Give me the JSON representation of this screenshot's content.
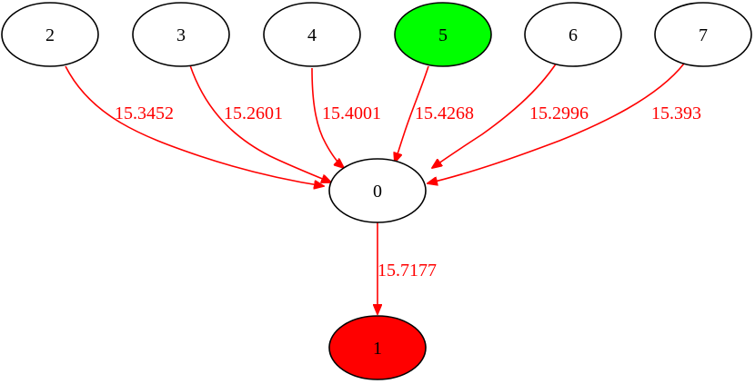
{
  "graph": {
    "colors": {
      "node_default_fill": "#ffffff",
      "source_node_fill": "#00ff00",
      "sink_node_fill": "#ff0000",
      "node_stroke": "#000000",
      "edge": "#ff0000",
      "edge_label": "#ff0000"
    },
    "nodes": [
      {
        "id": "2",
        "label": "2",
        "role": "default"
      },
      {
        "id": "3",
        "label": "3",
        "role": "default"
      },
      {
        "id": "4",
        "label": "4",
        "role": "default"
      },
      {
        "id": "5",
        "label": "5",
        "role": "source"
      },
      {
        "id": "6",
        "label": "6",
        "role": "default"
      },
      {
        "id": "7",
        "label": "7",
        "role": "default"
      },
      {
        "id": "0",
        "label": "0",
        "role": "default"
      },
      {
        "id": "1",
        "label": "1",
        "role": "sink"
      }
    ],
    "edges": [
      {
        "from": "2",
        "to": "0",
        "label": "15.3452"
      },
      {
        "from": "3",
        "to": "0",
        "label": "15.2601"
      },
      {
        "from": "4",
        "to": "0",
        "label": "15.4001"
      },
      {
        "from": "5",
        "to": "0",
        "label": "15.4268"
      },
      {
        "from": "6",
        "to": "0",
        "label": "15.2996"
      },
      {
        "from": "7",
        "to": "0",
        "label": "15.393"
      },
      {
        "from": "0",
        "to": "1",
        "label": "15.7177"
      }
    ]
  }
}
